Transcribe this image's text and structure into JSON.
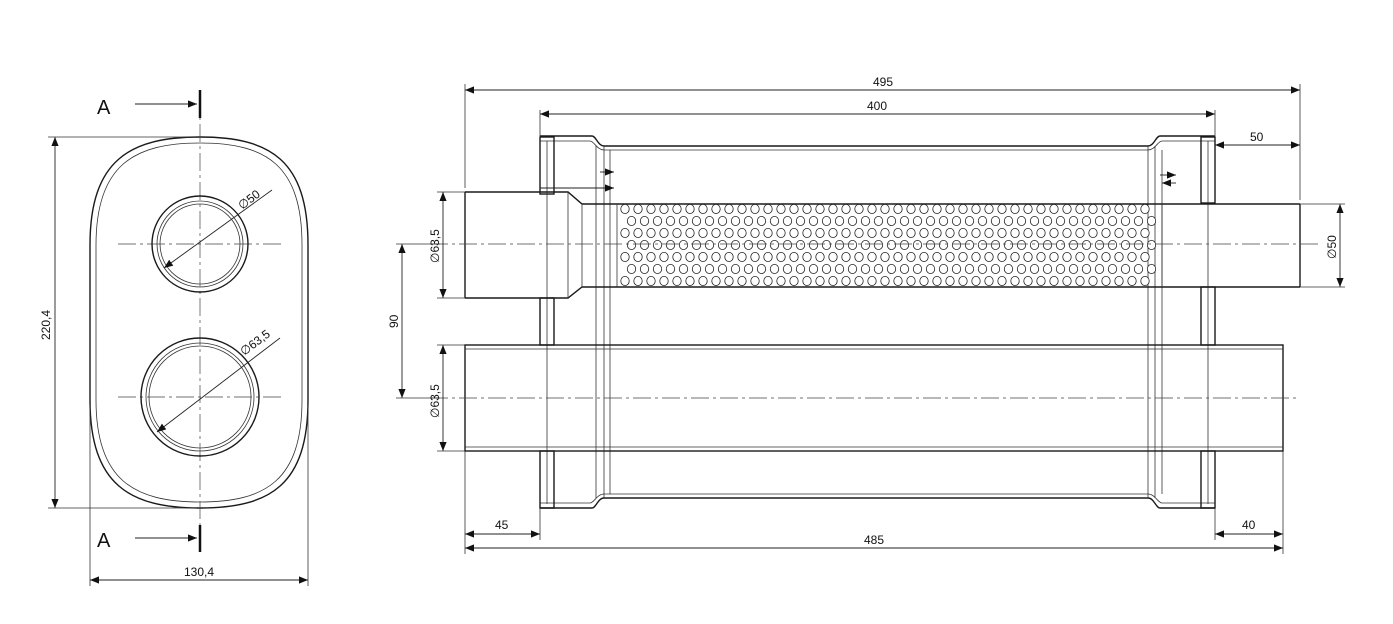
{
  "side_view": {
    "section_mark_top": "A",
    "section_mark_bottom": "A",
    "dim_height": "220,4",
    "dim_width": "130,4",
    "dim_small_hole": "∅50",
    "dim_large_hole": "∅63,5"
  },
  "section_view": {
    "dim_total_top": "495",
    "dim_body": "400",
    "dim_outlet_stub": "50",
    "dim_inlet_top": "∅63,5",
    "dim_outlet": "∅50",
    "dim_pipe_spacing": "90",
    "dim_inlet_bottom": "∅63,5",
    "dim_left_offset": "45",
    "dim_right_offset": "40",
    "dim_total_bottom": "485"
  }
}
